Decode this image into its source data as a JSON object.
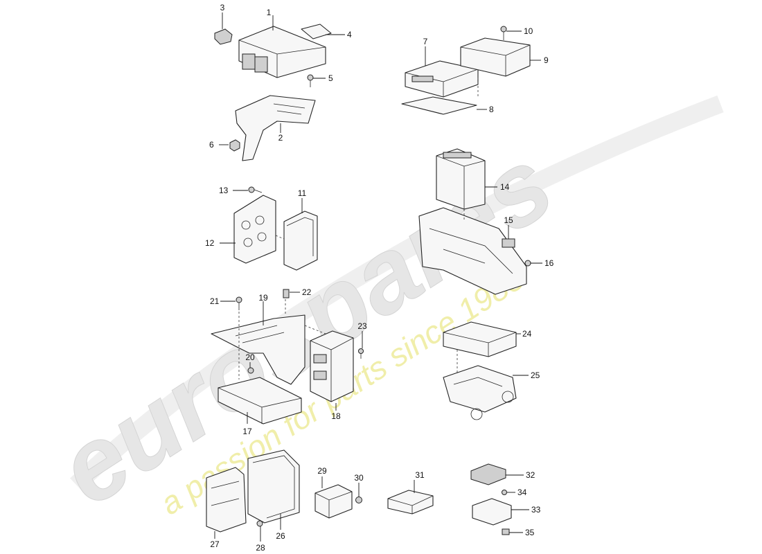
{
  "watermark": {
    "brand": "eurospares",
    "tagline": "a passion for parts since 1985",
    "brand_color": "#e6e6e6",
    "tagline_color": "#f0eeaa"
  },
  "callouts": {
    "p1": "1",
    "p2": "2",
    "p3": "3",
    "p4": "4",
    "p5": "5",
    "p6": "6",
    "p7": "7",
    "p8": "8",
    "p9": "9",
    "p10": "10",
    "p11": "11",
    "p12": "12",
    "p13": "13",
    "p14": "14",
    "p15": "15",
    "p16": "16",
    "p17": "17",
    "p18": "18",
    "p19": "19",
    "p20": "20",
    "p21": "21",
    "p22": "22",
    "p23": "23",
    "p24": "24",
    "p25": "25",
    "p26": "26",
    "p27": "27",
    "p28": "28",
    "p29": "29",
    "p30": "30",
    "p31": "31",
    "p32": "32",
    "p33": "33",
    "p34": "34",
    "p35": "35"
  },
  "icons": [
    "control-unit-icon",
    "bracket-icon",
    "screw-icon",
    "nut-icon",
    "connector-icon",
    "relay-icon"
  ]
}
